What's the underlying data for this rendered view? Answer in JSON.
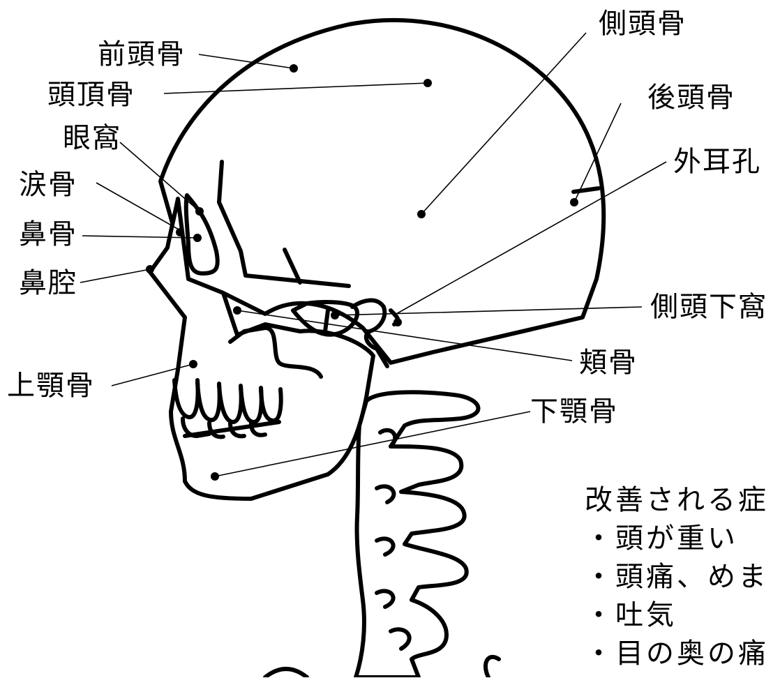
{
  "labels": {
    "frontal": "前頭骨",
    "parietal": "頭頂骨",
    "orbit": "眼窩",
    "lacrimal": "涙骨",
    "nasal": "鼻骨",
    "nasal_cavity": "鼻腔",
    "maxilla": "上顎骨",
    "temporal": "側頭骨",
    "occipital": "後頭骨",
    "ext_ear": "外耳孔",
    "infratemporal": "側頭下窩",
    "zygomatic": "頬骨",
    "mandible": "下顎骨"
  },
  "symptoms": {
    "heading": "改善される症",
    "items": [
      "・頭が重い",
      "・頭痛、めま",
      "・吐気",
      "・目の奥の痛"
    ]
  }
}
